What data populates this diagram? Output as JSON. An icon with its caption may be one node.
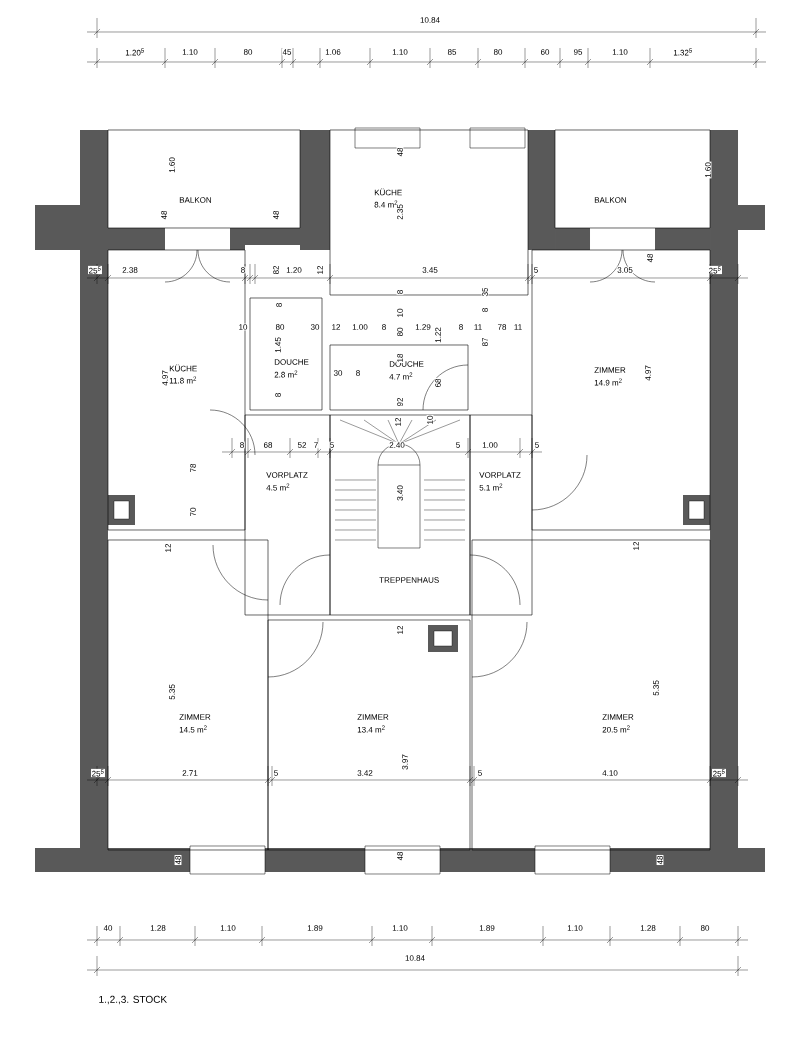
{
  "diagram": {
    "caption": "1.,2.,3. STOCK",
    "nodes": [
      {
        "text": [
          "BALKON"
        ]
      },
      {
        "text": [
          "KÜCHE",
          "8.4 m$^{2}$"
        ]
      },
      {
        "text": [
          "BALKON"
        ]
      },
      {
        "text": [
          "KÜCHE",
          "11.8 m$^{2}$"
        ]
      },
      {
        "text": [
          "DOUCHE",
          "2.8 m$^{2}$"
        ]
      },
      {
        "text": [
          "DOUCHE",
          "4.7 m$^{2}$"
        ]
      },
      {
        "text": [
          "ZIMMER",
          "14.9 m$^{2}$"
        ]
      },
      {
        "text": [
          "VORPLATZ",
          "4.5 m$^{2}$"
        ]
      },
      {
        "text": [
          "TREPPENHAUS"
        ]
      },
      {
        "text": [
          "VORPLATZ",
          "5.1 m$^{2}$"
        ]
      },
      {
        "text": [
          "ZIMMER",
          "14.5 m$^{2}$"
        ]
      },
      {
        "text": [
          "ZIMMER",
          "13.4 m$^{2}$"
        ]
      },
      {
        "text": [
          "ZIMMER",
          "20.5 m$^{2}$"
        ]
      }
    ],
    "labels": [
      "10.84",
      "1.20$^{5}$",
      "1.10",
      "80",
      "45",
      "1.06",
      "1.10",
      "85",
      "80",
      "60",
      "95",
      "1.10",
      "1.32$^{5}$",
      "1.60",
      "48",
      "2.35",
      "1.60",
      "48",
      "48",
      "25$^{5}$",
      "2.38",
      "8",
      "82",
      "1.20",
      "12",
      "3.45",
      "5",
      "3.05",
      "48",
      "25$^{5}$",
      "8",
      "8",
      "8",
      "35",
      "10",
      "10",
      "80",
      "30",
      "12",
      "1.00",
      "8",
      "80",
      "1.29",
      "8",
      "11",
      "78",
      "11",
      "1.22",
      "87",
      "1.45",
      "18",
      "30",
      "8",
      "4.97",
      "4.97",
      "68",
      "8",
      "92",
      "12",
      "10",
      "8",
      "68",
      "52",
      "7",
      "5",
      "2.40",
      "5",
      "1.00",
      "5",
      "78",
      "3.40",
      "70",
      "12",
      "12",
      "12",
      "5.35",
      "5.35",
      "3.97",
      "25$^{5}$",
      "2.71",
      "5",
      "3.42",
      "5",
      "4.10",
      "25$^{5}$",
      "48",
      "48",
      "48",
      "40",
      "1.28",
      "1.10",
      "1.89",
      "1.10",
      "1.89",
      "1.10",
      "1.28",
      "80",
      "10.84"
    ]
  }
}
